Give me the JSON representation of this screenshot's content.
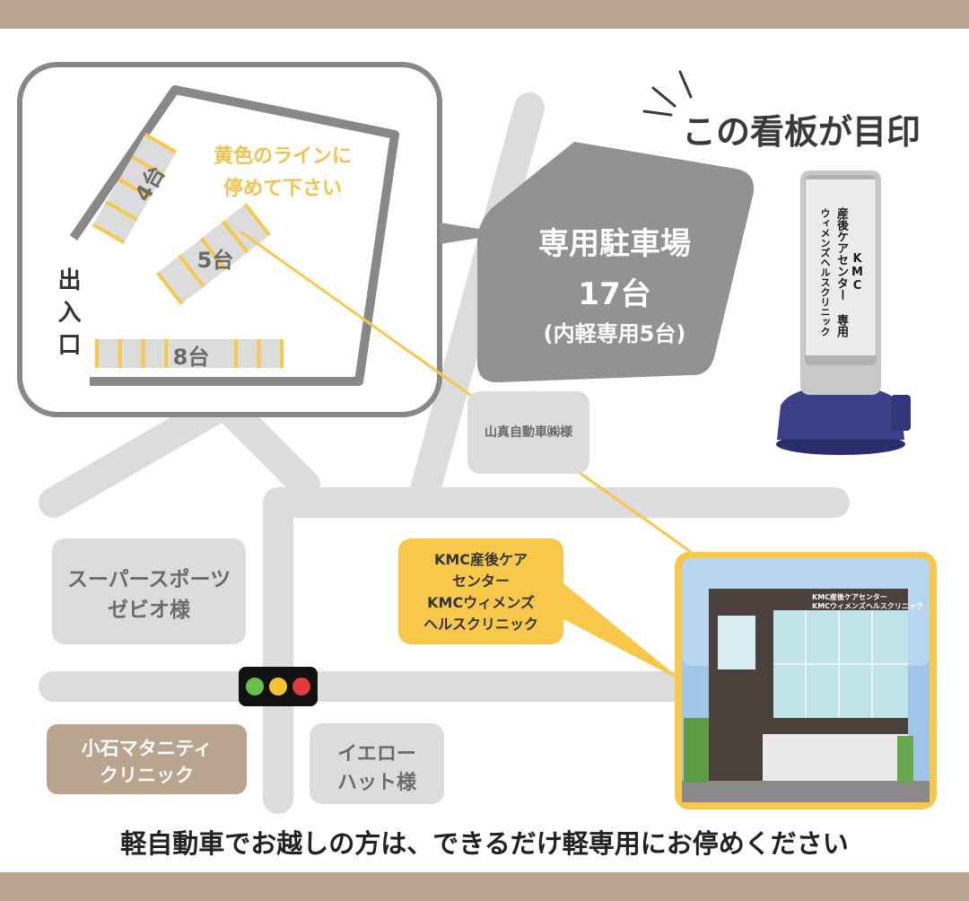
{
  "landmark_heading": "この看板が目印",
  "parking": {
    "title": "専用駐車場",
    "count": "17台",
    "note": "(内軽専用5台)",
    "yellow_note_line1": "黄色のラインに",
    "yellow_note_line2": "停めて下さい",
    "lot_4": "4台",
    "lot_5": "5台",
    "lot_8": "8台",
    "entrance": "出入口"
  },
  "places": {
    "yamashin": "山真自動車㈱様",
    "sports_line1": "スーパースポーツ",
    "sports_line2": "ゼビオ様",
    "koishi_line1": "小石マタニティ",
    "koishi_line2": "クリニック",
    "yellowhat_line1": "イエロー",
    "yellowhat_line2": "ハット様"
  },
  "clinic_callout": {
    "line1": "KMC産後ケア",
    "line2": "センター",
    "line3": "KMCウィメンズ",
    "line4": "ヘルスクリニック"
  },
  "sign": {
    "col1": "KMC",
    "col2": "産後ケアセンター 専用",
    "col3": "ウィメンズヘルスクリニック"
  },
  "building_sign": {
    "line1": "KMC産後ケアセンター",
    "line2": "KMCウィメンズヘルスクリニック"
  },
  "footer_note": "軽自動車でお越しの方は、できるだけ軽専用にお停めください",
  "colors": {
    "band": "#b9a58f",
    "road": "#dcdcdc",
    "parking_box": "#929292",
    "accent_yellow": "#f7c84a",
    "clinic_brown": "#b9a58f",
    "sign_base": "#3c3f8a",
    "text_dark": "#333333"
  },
  "traffic_light": {
    "colors": [
      "#6abf4b",
      "#f6c231",
      "#e23a45"
    ]
  }
}
